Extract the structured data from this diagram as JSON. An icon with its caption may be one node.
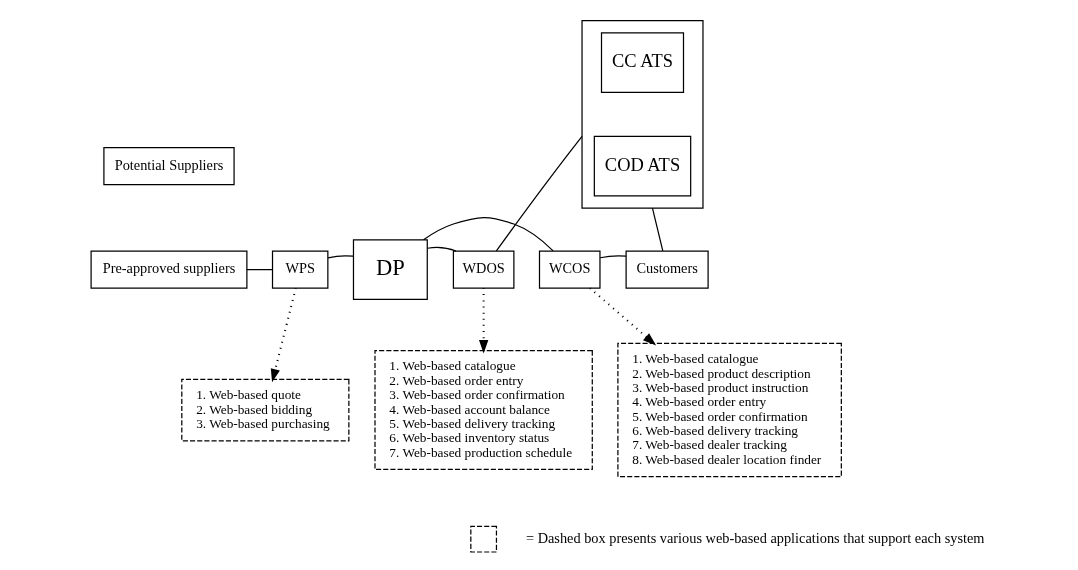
{
  "diagram": {
    "nodes": [
      {
        "text": [
          "Potential Suppliers"
        ]
      },
      {
        "text": [
          "Pre-approved suppliers"
        ]
      },
      {
        "text": [
          "WPS"
        ]
      },
      {
        "text": [
          "DP"
        ]
      },
      {
        "text": [
          "WDOS"
        ]
      },
      {
        "text": [],
        "shape": "box"
      },
      {
        "text": [
          "CC ATS"
        ],
        "in": 5
      },
      {
        "text": [
          "COD ATS"
        ],
        "in": 5
      },
      {
        "text": [
          "WCOS"
        ]
      },
      {
        "text": [
          "Customers"
        ]
      },
      {
        "text": [
          "1. Web-based quote",
          "2. Web-based bidding",
          "3. Web-based purchasing"
        ]
      },
      {
        "text": [
          "1. Web-based catalogue",
          "2. Web-based order entry",
          "3. Web-based order confirmation",
          "4. Web-based account balance",
          "5. Web-based delivery tracking",
          "6. Web-based inventory status",
          "7. Web-based production schedule"
        ]
      },
      {
        "text": [
          "1. Web-based catalogue",
          "2. Web-based product description",
          "3. Web-based product instruction",
          "4. Web-based order entry",
          "5. Web-based order confirmation",
          "6. Web-based delivery tracking",
          "7. Web-based dealer tracking",
          "8. Web-based dealer location finder"
        ]
      },
      {
        "text": [],
        "shape": "box"
      }
    ],
    "edges": [
      {
        "from": 1,
        "to": 2,
        "arrow": "none"
      },
      {
        "from": 2,
        "to": 3,
        "arrow": "none"
      },
      {
        "from": 3,
        "to": 4,
        "arrow": "none"
      },
      {
        "from": 4,
        "to": 5,
        "arrow": "none"
      },
      {
        "from": 5,
        "to": 9,
        "arrow": "none"
      },
      {
        "from": 3,
        "to": 8,
        "arrow": "none"
      },
      {
        "from": 8,
        "to": 9,
        "arrow": "none"
      },
      {
        "from": 2,
        "to": 10,
        "arrow": "to",
        "style": "dashed"
      },
      {
        "from": 4,
        "to": 11,
        "arrow": "to",
        "style": "dashed"
      },
      {
        "from": 8,
        "to": 12,
        "arrow": "to",
        "style": "dashed"
      }
    ],
    "legend": [
      {
        "text": "= Dashed box presents various web-based applications that support each system"
      }
    ]
  }
}
